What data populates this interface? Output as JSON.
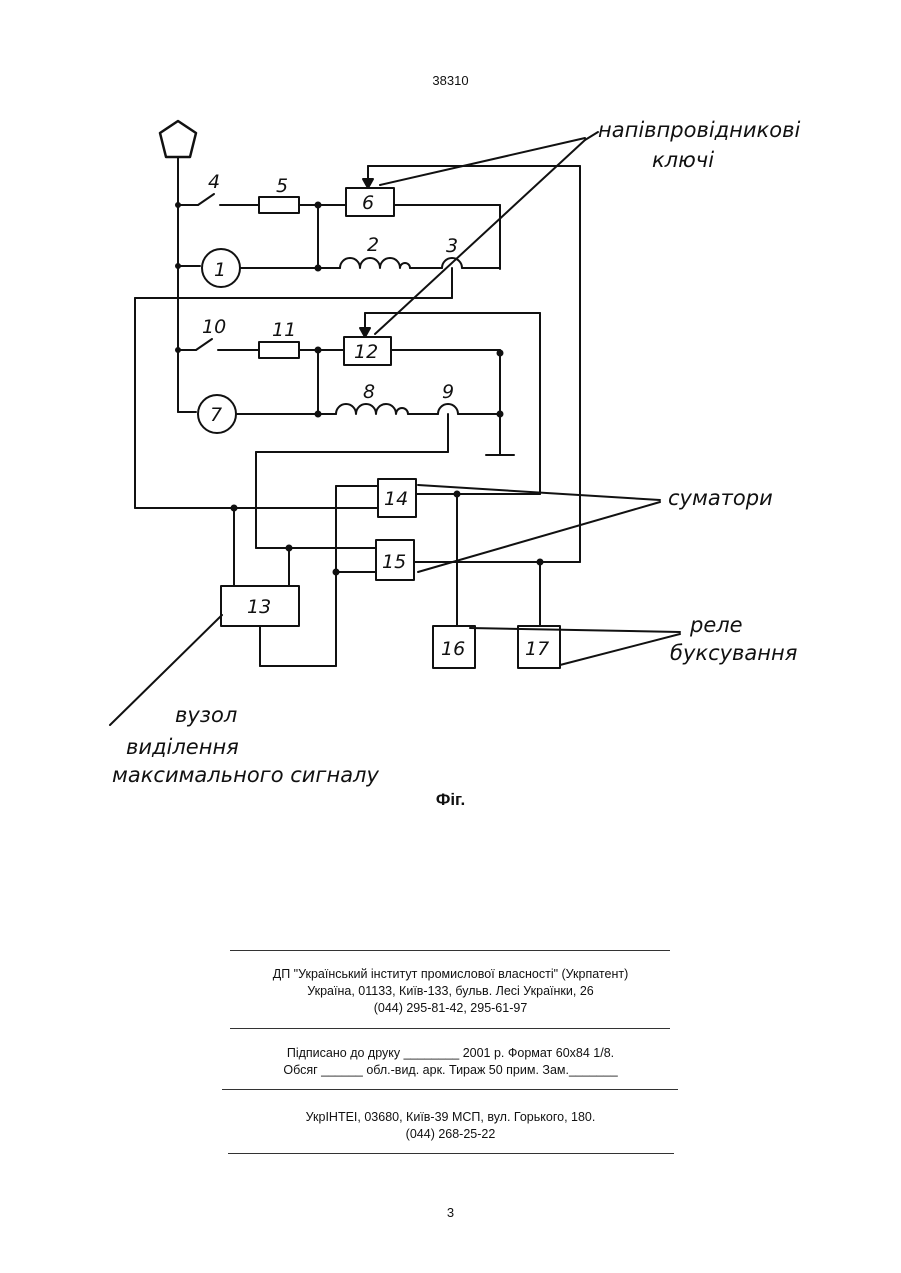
{
  "page_number_top": "38310",
  "figure": {
    "component_numbers": {
      "n1": "1",
      "n2": "2",
      "n3": "3",
      "n4": "4",
      "n5": "5",
      "n6": "6",
      "n7": "7",
      "n8": "8",
      "n9": "9",
      "n10": "10",
      "n11": "11",
      "n12": "12",
      "n13": "13",
      "n14": "14",
      "n15": "15",
      "n16": "16",
      "n17": "17"
    },
    "labels": {
      "switches_line1": "напівпровідникові",
      "switches_line2": "ключі",
      "adders": "суматори",
      "relay_line1": "реле",
      "relay_line2": "буксування",
      "node_line1": "вузол",
      "node_line2": "виділення",
      "node_line3": "максимального сигналу"
    },
    "caption": "Фіг."
  },
  "imprint": {
    "org_line1": "ДП \"Український інститут промислової власності\" (Укрпатент)",
    "org_line2": "Україна, 01133, Київ-133, бульв. Лесі Українки, 26",
    "org_line3": "(044) 295-81-42, 295-61-97",
    "print_line1": "Підписано до друку ________ 2001 р.    Формат 60х84 1/8.",
    "print_line2": "Обсяг ______ обл.-вид. арк.   Тираж 50 прим.    Зам._______",
    "publisher_line1": "УкрІНТЕІ, 03680, Київ-39 МСП, вул. Горького, 180.",
    "publisher_line2": "(044) 268-25-22"
  },
  "page_number_bottom": "3"
}
